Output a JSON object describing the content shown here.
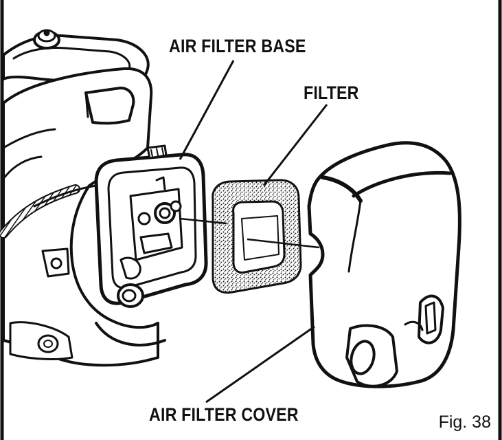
{
  "labels": {
    "base": "AIR FILTER BASE",
    "filter": "FILTER",
    "cover": "AIR FILTER COVER"
  },
  "figure": {
    "number": "Fig. 38"
  },
  "colors": {
    "ink": "#111111",
    "paper": "#ffffff"
  }
}
